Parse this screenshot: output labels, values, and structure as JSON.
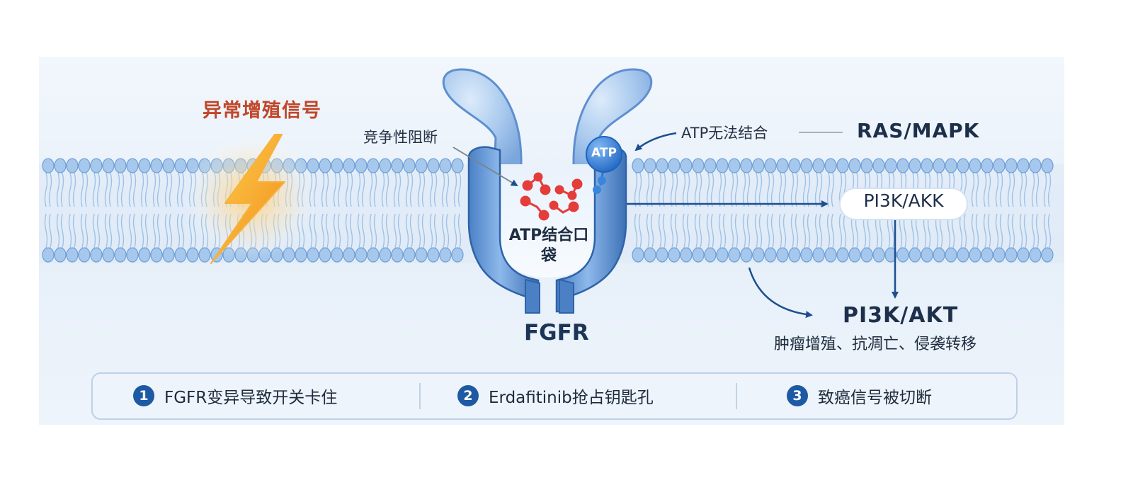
{
  "labels": {
    "signal": "异常增殖信号",
    "competitive_block": "竞争性阻断",
    "atp_pocket": "ATP结合口袋",
    "atp": "ATP",
    "atp_cannot_bind": "ATP无法结合",
    "ras_mapk": "RAS/MAPK",
    "pi3k_akk": "PI3K/AKK",
    "receptor": "FGFR",
    "pi3k_akt": "PI3K/AKT",
    "outcomes": "肿瘤增殖、抗凋亡、侵袭转移"
  },
  "steps": [
    {
      "num": "1",
      "text": "FGFR变异导致开关卡住"
    },
    {
      "num": "2",
      "text": "Erdafitinib抢占钥匙孔"
    },
    {
      "num": "3",
      "text": "致癌信号被切断"
    }
  ],
  "colors": {
    "membrane": "#8fb8e2",
    "receptor": "#5b8fd0",
    "receptor_dark": "#2f63a8",
    "drug_molecule": "#e43d3a",
    "atp": "#2a78d6",
    "arrow": "#1d4f8f",
    "signal_text": "#c0472a",
    "lightning": "#f4a52c",
    "step_badge": "#1d5aa3"
  },
  "icons": [
    "lightning-bolt-icon",
    "drug-molecule-icon",
    "atp-molecule-icon"
  ]
}
